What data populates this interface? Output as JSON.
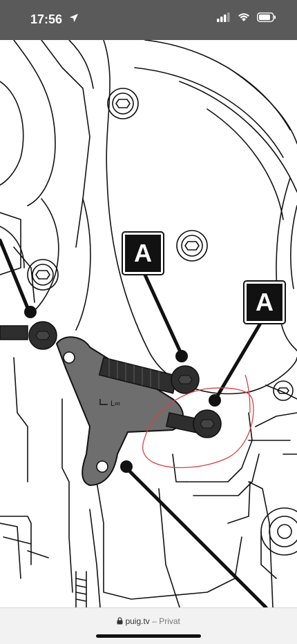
{
  "status_bar": {
    "time": "17:56",
    "icons": [
      "location-arrow-icon",
      "cellular-signal-icon",
      "wifi-icon",
      "battery-icon"
    ]
  },
  "illustration": {
    "callout_a_1": "A",
    "callout_a_2": "A",
    "bracket_marking": "L∞",
    "colors": {
      "ink": "#111111",
      "bracket": "#6e6e6e",
      "bolt": "#2e2e2e",
      "annotation": "#d94040"
    }
  },
  "bottom_bar": {
    "domain": "puig.tv",
    "separator": "–",
    "mode": "Privat",
    "icons": [
      "lock-icon"
    ]
  }
}
